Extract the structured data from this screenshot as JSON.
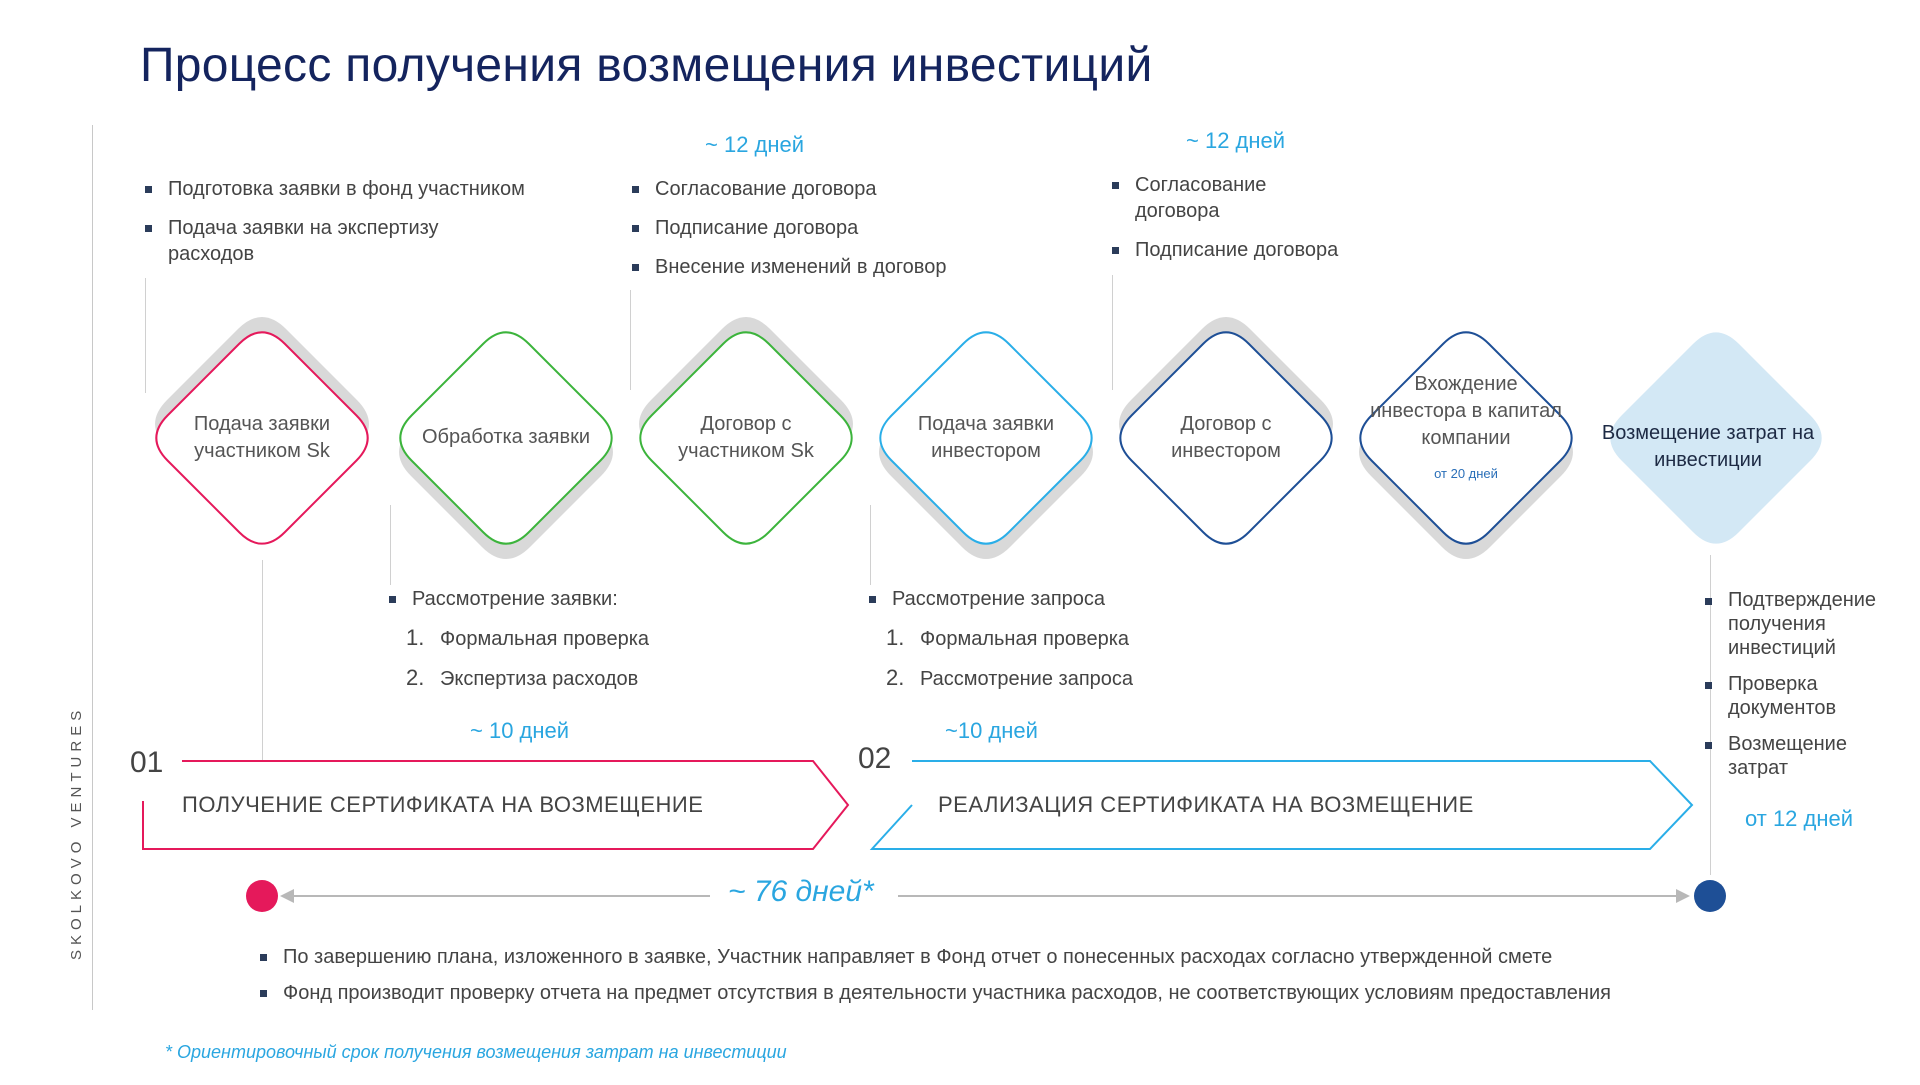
{
  "title": "Процесс получения возмещения инвестиций",
  "brand": "SKOLKOVO VENTURES",
  "colors": {
    "pink": "#e5195b",
    "green": "#3cb43c",
    "cyan": "#2aaee8",
    "navy": "#1e4f96",
    "light_blue_fill": "#d3e8f5",
    "shadow": "#d9d9d9"
  },
  "top_groups": [
    {
      "items": [
        "Подготовка заявки в фонд участником",
        "Подача заявки на экспертизу расходов"
      ]
    },
    {
      "days": "~ 12 дней",
      "items": [
        "Согласование  договора",
        "Подписание договора",
        "Внесение изменений в договор"
      ]
    },
    {
      "days": "~ 12 дней",
      "items": [
        "Согласование договора",
        "Подписание договора"
      ]
    }
  ],
  "steps": [
    {
      "label": "Подача заявки участником Sk"
    },
    {
      "label": "Обработка заявки"
    },
    {
      "label": "Договор с участником Sk"
    },
    {
      "label": "Подача заявки инвестором"
    },
    {
      "label": "Договор с инвестором"
    },
    {
      "label": "Вхождение инвестора в капитал компании",
      "note": "от 20 дней"
    },
    {
      "label": "Возмещение затрат на инвестиции"
    }
  ],
  "mid_groups": [
    {
      "head": "Рассмотрение заявки:",
      "numbered": [
        {
          "n": "1.",
          "text": "Формальная проверка"
        },
        {
          "n": "2.",
          "text": "Экспертиза расходов"
        }
      ]
    },
    {
      "head": "Рассмотрение запроса",
      "numbered": [
        {
          "n": "1.",
          "text": "Формальная проверка"
        },
        {
          "n": "2.",
          "text": "Рассмотрение запроса"
        }
      ]
    }
  ],
  "right_group": {
    "items": [
      "Подтверждение получения инвестиций",
      "Проверка документов",
      "Возмещение затрат"
    ],
    "days": "от 12 дней"
  },
  "phases": [
    {
      "num": "01",
      "days": "~ 10 дней",
      "label": "ПОЛУЧЕНИЕ СЕРТИФИКАТА НА ВОЗМЕЩЕНИЕ"
    },
    {
      "num": "02",
      "days": "~10 дней",
      "label": "РЕАЛИЗАЦИЯ СЕРТИФИКАТА НА ВОЗМЕЩЕНИЕ"
    }
  ],
  "total": "~ 76 дней*",
  "bottom_notes": [
    "По завершению плана, изложенного в заявке, Участник направляет в Фонд отчет о понесенных расходах согласно утвержденной смете",
    "Фонд производит проверку отчета на предмет отсутствия в деятельности участника расходов, не соответствующих условиям предоставления"
  ],
  "footnote": "* Ориентировочный срок получения возмещения затрат на инвестиции"
}
